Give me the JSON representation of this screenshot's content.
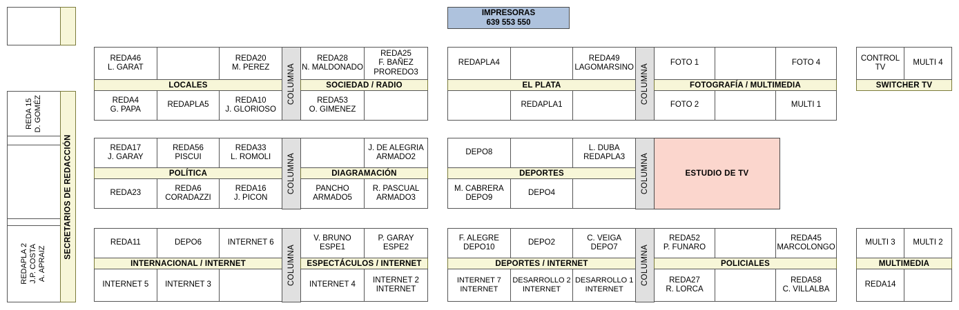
{
  "printers": {
    "title": "IMPRESORAS",
    "codes": "639   553   550"
  },
  "studio": {
    "label": "ESTUDIO DE TV"
  },
  "columna_label": "COLUMNA",
  "sidebar": {
    "group_label": "SECRETARIOS DE REDACCIÓN",
    "top_box": "",
    "cells": [
      "REDA 15\nD. GOMÉZ",
      "",
      "",
      "REDAPLA 2\nJ.P. COSTA\nA. APRAIZ"
    ]
  },
  "blocks": [
    {
      "id": "locales",
      "label": "LOCALES",
      "top": [
        "REDA46\nL. GARAT",
        "",
        "REDA20\nM. PEREZ"
      ],
      "bottom": [
        "REDA4\nG. PAPA",
        "REDAPLA5",
        "REDA10\nJ. GLORIOSO"
      ]
    },
    {
      "id": "sociedad-radio",
      "label": "SOCIEDAD / RADIO",
      "top": [
        "REDA28\nN. MALDONADO",
        "REDA25\nF. BAÑEZ\nPROREDO3"
      ],
      "bottom": [
        "REDA53\nO. GIMENEZ",
        ""
      ]
    },
    {
      "id": "el-plata",
      "label": "EL PLATA",
      "top": [
        "REDAPLA4",
        "",
        "REDA49\nLAGOMARSINO"
      ],
      "bottom": [
        "",
        "REDAPLA1",
        ""
      ]
    },
    {
      "id": "fotografia-multimedia",
      "label": "FOTOGRAFÍA / MULTIMEDIA",
      "top": [
        "FOTO 1",
        "",
        "FOTO 4"
      ],
      "bottom": [
        "FOTO 2",
        "",
        "MULTI 1"
      ]
    },
    {
      "id": "switcher-tv",
      "label": "SWITCHER TV",
      "top": [
        "CONTROL TV",
        "MULTI 4"
      ],
      "bottom": []
    },
    {
      "id": "politica",
      "label": "POLÍTICA",
      "top": [
        "REDA17\nJ. GARAY",
        "REDA56\nPISCUI",
        "REDA33\nL. ROMOLI"
      ],
      "bottom": [
        "REDA23",
        "REDA6\nCORADAZZI",
        "REDA16\nJ. PICON"
      ]
    },
    {
      "id": "diagramacion",
      "label": "DIAGRAMACIÓN",
      "top": [
        "",
        "J. DE ALEGRIA\nARMADO2"
      ],
      "bottom": [
        "PANCHO\nARMADO5",
        "R. PASCUAL\nARMADO3"
      ]
    },
    {
      "id": "deportes",
      "label": "DEPORTES",
      "top": [
        "DEPO8",
        "",
        "L. DUBA\nREDAPLA3"
      ],
      "bottom": [
        "M. CABRERA\nDEPO9",
        "DEPO4",
        ""
      ]
    },
    {
      "id": "internacional-internet",
      "label": "INTERNACIONAL / INTERNET",
      "top": [
        "REDA11",
        "DEPO6",
        "INTERNET 6"
      ],
      "bottom": [
        "INTERNET 5",
        "INTERNET 3",
        ""
      ]
    },
    {
      "id": "espectaculos-internet",
      "label": "ESPECTÁCULOS / INTERNET",
      "top": [
        "V. BRUNO\nESPE1",
        "P. GARAY\nESPE2"
      ],
      "bottom": [
        "INTERNET 4",
        "INTERNET 2\nINTERNET"
      ]
    },
    {
      "id": "deportes-internet",
      "label": "DEPORTES / INTERNET",
      "top": [
        "F. ALEGRE\nDEPO10",
        "DEPO2",
        "C. VEIGA\nDEPO7"
      ],
      "bottom": [
        "INTERNET 7\nINTERNET",
        "DESARROLLO 2\nINTERNET",
        "DESARROLLO 1\nINTERNET"
      ]
    },
    {
      "id": "policiales",
      "label": "POLICIALES",
      "top": [
        "REDA52\nP. FUNARO",
        "",
        "REDA45\nMARCOLONGO"
      ],
      "bottom": [
        "REDA27\nR. LORCA",
        "",
        "REDA58\nC. VILLALBA"
      ]
    },
    {
      "id": "multimedia",
      "label": "MULTIMEDIA",
      "top": [
        "MULTI 3",
        "MULTI 2"
      ],
      "bottom": [
        "REDA14",
        ""
      ]
    }
  ],
  "colors": {
    "band": "#f7f6d8",
    "columna": "#e0e0e0",
    "printers": "#aec2dd",
    "studio": "#fbd6cd",
    "border": "#555555"
  }
}
